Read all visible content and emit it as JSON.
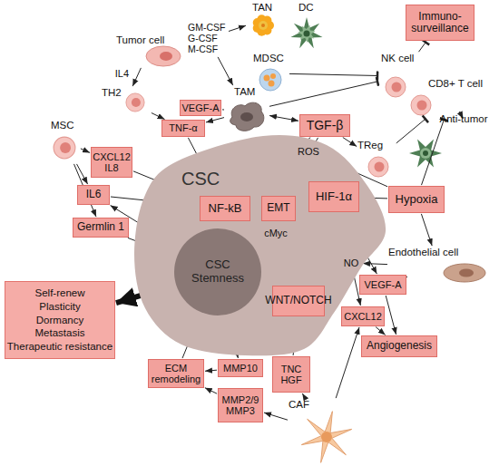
{
  "diagram": {
    "nodes": [
      {
        "text": [
          "Immuno-surveillance"
        ]
      },
      {
        "text": [
          "TAN"
        ]
      },
      {
        "text": [
          "DC"
        ]
      },
      {
        "text": [
          "Tumor cell"
        ]
      },
      {
        "text": [
          "GM-CSF G-CSF M-CSF"
        ]
      },
      {
        "text": [
          "MDSC"
        ]
      },
      {
        "text": [
          "TAM"
        ]
      },
      {
        "text": [
          "NK cell"
        ]
      },
      {
        "text": [
          "CD8+ T cell"
        ]
      },
      {
        "text": [
          "TH2"
        ]
      },
      {
        "text": [
          "VEGF-A"
        ]
      },
      {
        "text": [
          "TGF-β"
        ]
      },
      {
        "text": [
          "TNF-α"
        ]
      },
      {
        "text": [
          "MSC"
        ]
      },
      {
        "text": [
          "Anti-tumor"
        ]
      },
      {
        "text": [
          "CXCL12 IL8"
        ]
      },
      {
        "text": [
          "TReg"
        ]
      },
      {
        "text": [
          "CSC"
        ]
      },
      {
        "text": [
          "ROS"
        ],
        "in": 17
      },
      {
        "text": [
          "NF-kB"
        ],
        "in": 17
      },
      {
        "text": [
          "EMT"
        ],
        "in": 17
      },
      {
        "text": [
          "HIF-1α"
        ],
        "in": 17
      },
      {
        "text": [
          "cMyc"
        ],
        "in": 17
      },
      {
        "text": [
          "CSC Stemness"
        ],
        "in": 17
      },
      {
        "text": [
          "WNT/NOTCH"
        ],
        "in": 17
      },
      {
        "text": [
          "NO"
        ],
        "in": 17
      },
      {
        "text": [
          "IL6"
        ]
      },
      {
        "text": [
          "Hypoxia"
        ]
      },
      {
        "text": [
          "Germlin 1"
        ]
      },
      {
        "text": [
          "Endothelial cell"
        ]
      },
      {
        "text": [
          "VEGF-A"
        ]
      },
      {
        "text": [
          "CXCL12"
        ]
      },
      {
        "text": [
          "Self-renew",
          "Plasticity",
          "Dormancy",
          "Metastasis",
          "Therapeutic resistance"
        ]
      },
      {
        "text": [
          "Angiogenesis"
        ]
      },
      {
        "text": [
          "ECM remodeling"
        ]
      },
      {
        "text": [
          "MMP10"
        ]
      },
      {
        "text": [
          "MMP2/9 MMP3"
        ]
      },
      {
        "text": [
          "TNC HGF"
        ]
      },
      {
        "text": [
          "CAF"
        ]
      }
    ],
    "edges": [
      {
        "from": 4,
        "to": 1,
        "arrow": "to"
      },
      {
        "from": 4,
        "to": 6,
        "arrow": "to"
      },
      {
        "from": 3,
        "to": 9,
        "arrow": "to",
        "label": "IL4"
      },
      {
        "from": 9,
        "to": 12,
        "arrow": "to"
      },
      {
        "from": 6,
        "to": 10,
        "arrow": "none"
      },
      {
        "from": 6,
        "to": 12,
        "arrow": "to"
      },
      {
        "from": 6,
        "to": 7,
        "arrow": "to"
      },
      {
        "from": 6,
        "to": 11,
        "arrow": "both"
      },
      {
        "from": 11,
        "to": 16,
        "arrow": "to"
      },
      {
        "from": 16,
        "to": 8,
        "arrow": "to"
      },
      {
        "from": 5,
        "to": 7,
        "arrow": "to"
      },
      {
        "from": 7,
        "to": 0,
        "arrow": "to"
      },
      {
        "from": 14,
        "to": 8,
        "arrow": "to"
      },
      {
        "from": 27,
        "to": 8,
        "arrow": "to"
      },
      {
        "from": 27,
        "to": 18,
        "arrow": "to"
      },
      {
        "from": 27,
        "to": 21,
        "arrow": "to"
      },
      {
        "from": 27,
        "to": 29,
        "arrow": "to"
      },
      {
        "from": 18,
        "to": 19,
        "arrow": "to"
      },
      {
        "from": 18,
        "to": 21,
        "arrow": "to"
      },
      {
        "from": 11,
        "to": 19,
        "arrow": "to"
      },
      {
        "from": 11,
        "to": 20,
        "arrow": "to"
      },
      {
        "from": 12,
        "to": 19,
        "arrow": "to"
      },
      {
        "from": 15,
        "to": 19,
        "arrow": "to"
      },
      {
        "from": 26,
        "to": 19,
        "arrow": "to"
      },
      {
        "from": 13,
        "to": 15,
        "arrow": "to"
      },
      {
        "from": 13,
        "to": 26,
        "arrow": "to"
      },
      {
        "from": 13,
        "to": 28,
        "arrow": "to"
      },
      {
        "from": 28,
        "to": 23,
        "arrow": "to"
      },
      {
        "from": 23,
        "to": 26,
        "arrow": "to"
      },
      {
        "from": 19,
        "to": 20,
        "arrow": "to"
      },
      {
        "from": 19,
        "to": 23,
        "arrow": "to"
      },
      {
        "from": 21,
        "to": 20,
        "arrow": "to"
      },
      {
        "from": 20,
        "to": 23,
        "arrow": "to"
      },
      {
        "from": 21,
        "to": 22,
        "arrow": "to"
      },
      {
        "from": 22,
        "to": 23,
        "arrow": "to"
      },
      {
        "from": 21,
        "to": 24,
        "arrow": "to"
      },
      {
        "from": 21,
        "to": 30,
        "arrow": "to"
      },
      {
        "from": 29,
        "to": 25,
        "arrow": "to"
      },
      {
        "from": 29,
        "to": 30,
        "arrow": "to"
      },
      {
        "from": 25,
        "to": 24,
        "arrow": "to"
      },
      {
        "from": 25,
        "to": 31,
        "arrow": "to"
      },
      {
        "from": 30,
        "to": 33,
        "arrow": "to"
      },
      {
        "from": 31,
        "to": 33,
        "arrow": "to"
      },
      {
        "from": 38,
        "to": 31,
        "arrow": "to"
      },
      {
        "from": 38,
        "to": 36,
        "arrow": "to"
      },
      {
        "from": 38,
        "to": 37,
        "arrow": "to"
      },
      {
        "from": 37,
        "to": 24,
        "arrow": "to"
      },
      {
        "from": 24,
        "to": 23,
        "arrow": "to"
      },
      {
        "from": 23,
        "to": 35,
        "arrow": "to"
      },
      {
        "from": 35,
        "to": 34,
        "arrow": "to"
      },
      {
        "from": 36,
        "to": 34,
        "arrow": "to"
      },
      {
        "from": 34,
        "to": 23,
        "arrow": "to"
      },
      {
        "from": 23,
        "to": 32,
        "arrow": "to"
      }
    ]
  }
}
